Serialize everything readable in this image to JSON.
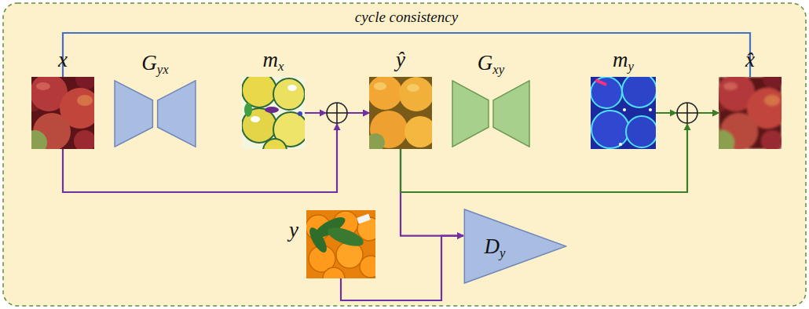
{
  "diagram": {
    "nodes": [
      {
        "text": [
          "x"
        ]
      },
      {
        "text": [
          "Gyx"
        ]
      },
      {
        "text": [
          "mx"
        ]
      },
      {
        "text": [
          "ŷ"
        ]
      },
      {
        "text": [
          "Gxy"
        ]
      },
      {
        "text": [
          "my"
        ]
      },
      {
        "text": [
          "x̂"
        ]
      },
      {
        "text": [
          "y"
        ]
      },
      {
        "text": [
          "Dy"
        ]
      }
    ],
    "edges": [
      {
        "from": 0,
        "to": 6,
        "arrow": "none",
        "label": "cycle consistency"
      },
      {
        "from": 0,
        "to": 3,
        "arrow": "to"
      },
      {
        "from": 2,
        "to": 3,
        "arrow": "to"
      },
      {
        "from": 3,
        "to": 8,
        "arrow": "to"
      },
      {
        "from": 3,
        "to": 6,
        "arrow": "to"
      },
      {
        "from": 5,
        "to": 6,
        "arrow": "to"
      },
      {
        "from": 7,
        "to": 8,
        "arrow": "to"
      }
    ]
  }
}
